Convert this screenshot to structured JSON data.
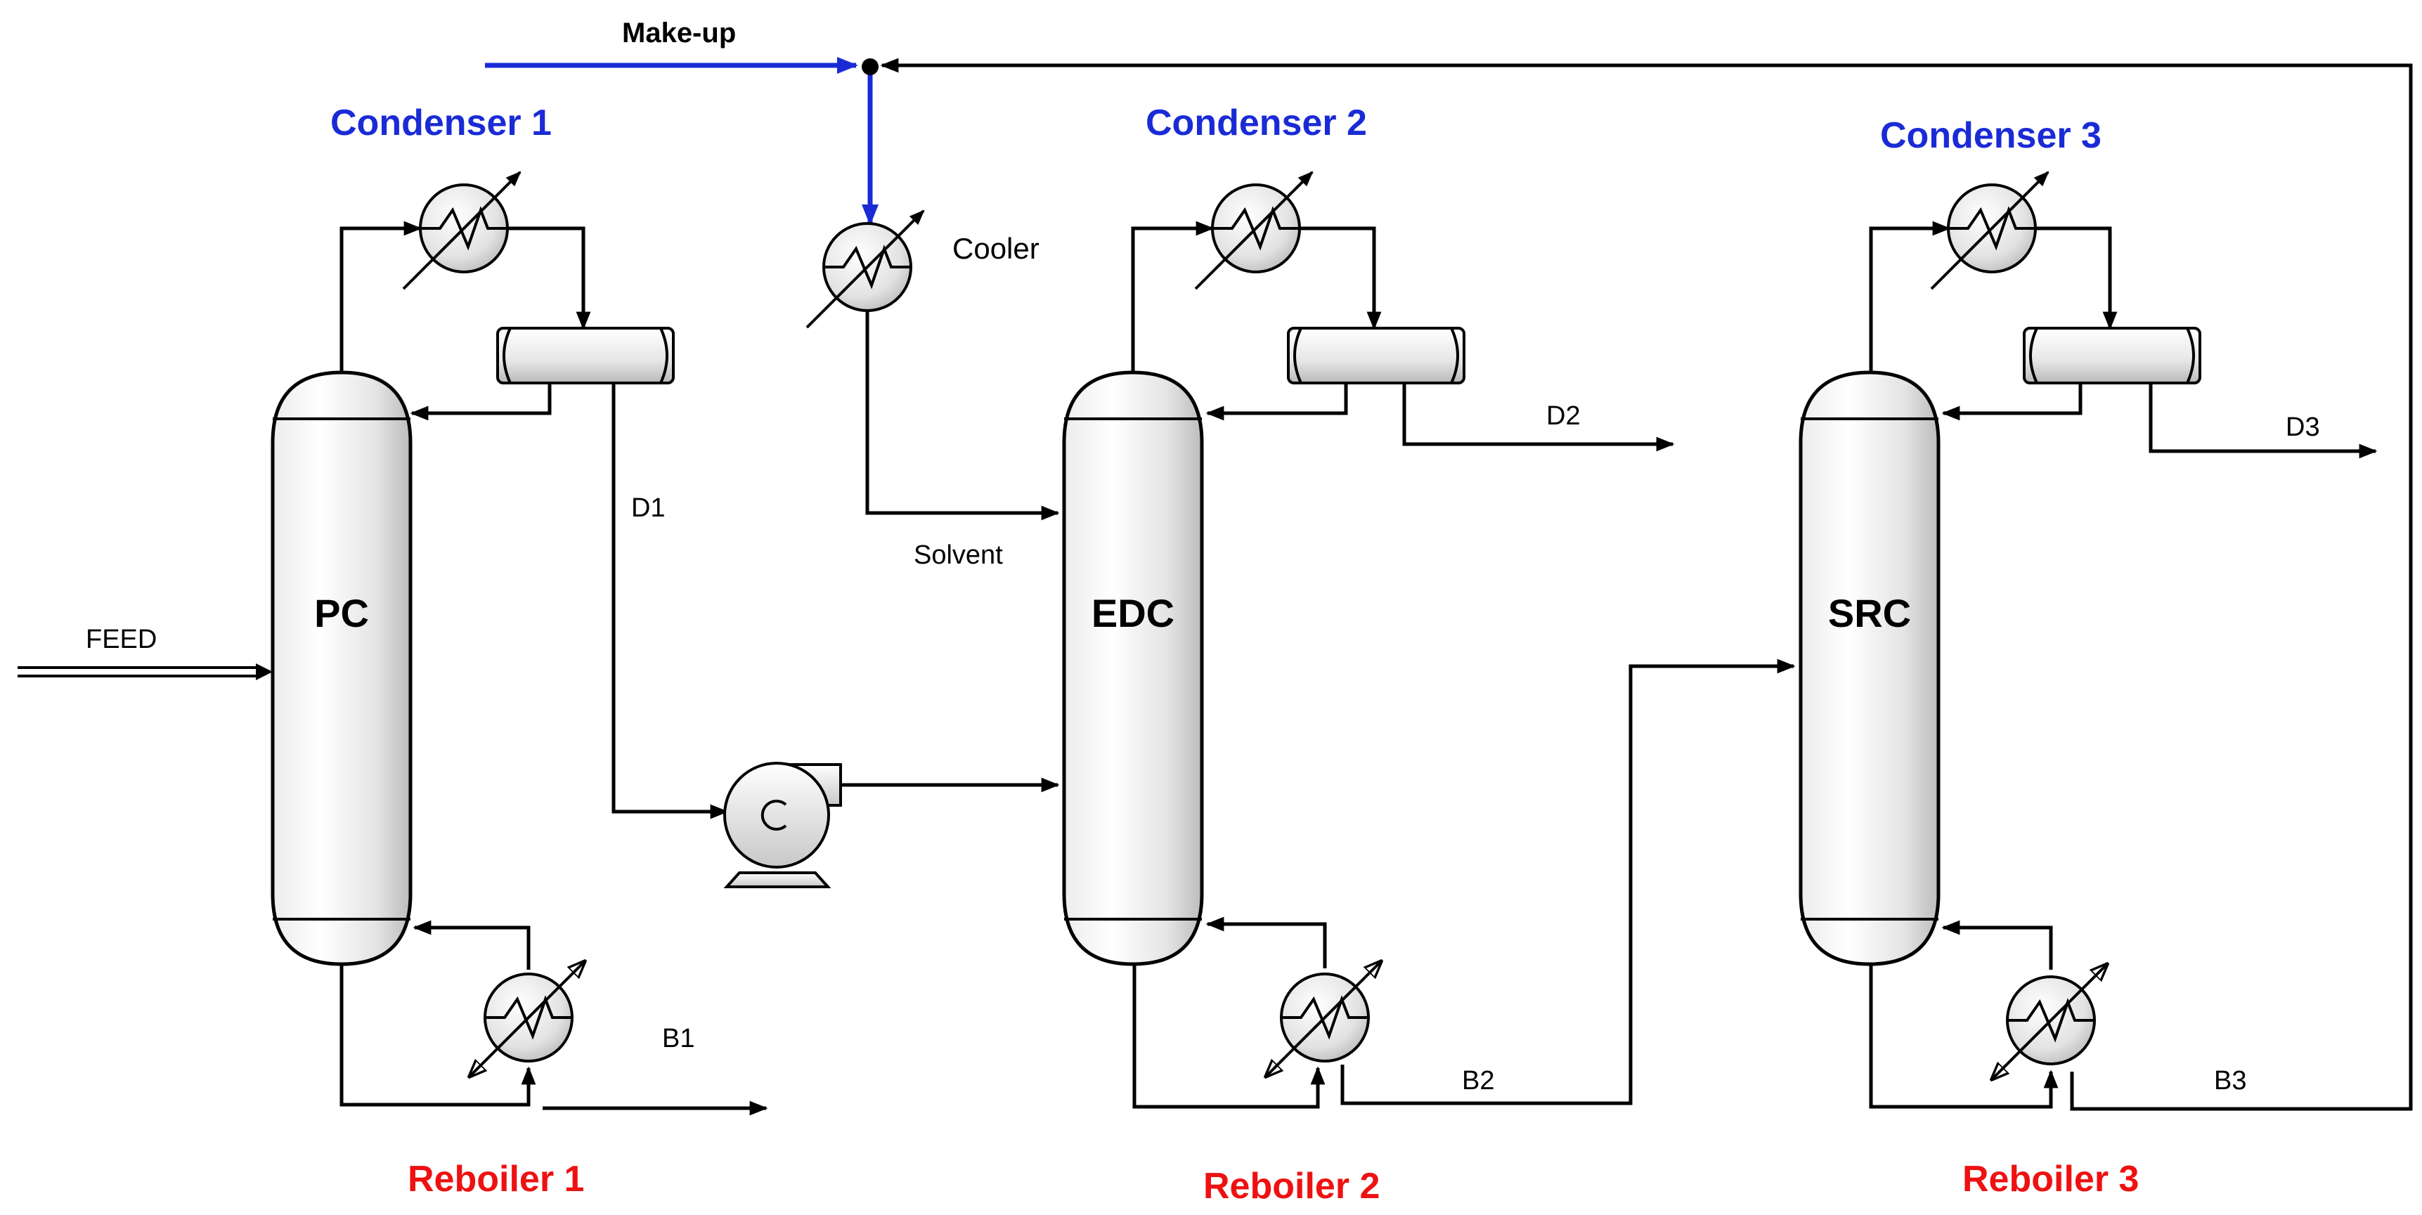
{
  "columns": {
    "pc": "PC",
    "edc": "EDC",
    "src": "SRC"
  },
  "condensers": {
    "c1": "Condenser 1",
    "c2": "Condenser 2",
    "c3": "Condenser 3"
  },
  "reboilers": {
    "r1": "Reboiler 1",
    "r2": "Reboiler 2",
    "r3": "Reboiler 3"
  },
  "streams": {
    "feed": "FEED",
    "makeup": "Make-up",
    "solvent": "Solvent",
    "d1": "D1",
    "d2": "D2",
    "d3": "D3",
    "b1": "B1",
    "b2": "B2",
    "b3": "B3"
  },
  "equipment": {
    "cooler": "Cooler"
  },
  "colors": {
    "condenser_label": "#1a2bd6",
    "reboiler_label": "#ee1111",
    "makeup_line": "#1a2bd6"
  },
  "icons": [
    "distillation-column",
    "heat-exchanger",
    "reflux-drum",
    "centrifugal-pump",
    "mixer-node"
  ]
}
